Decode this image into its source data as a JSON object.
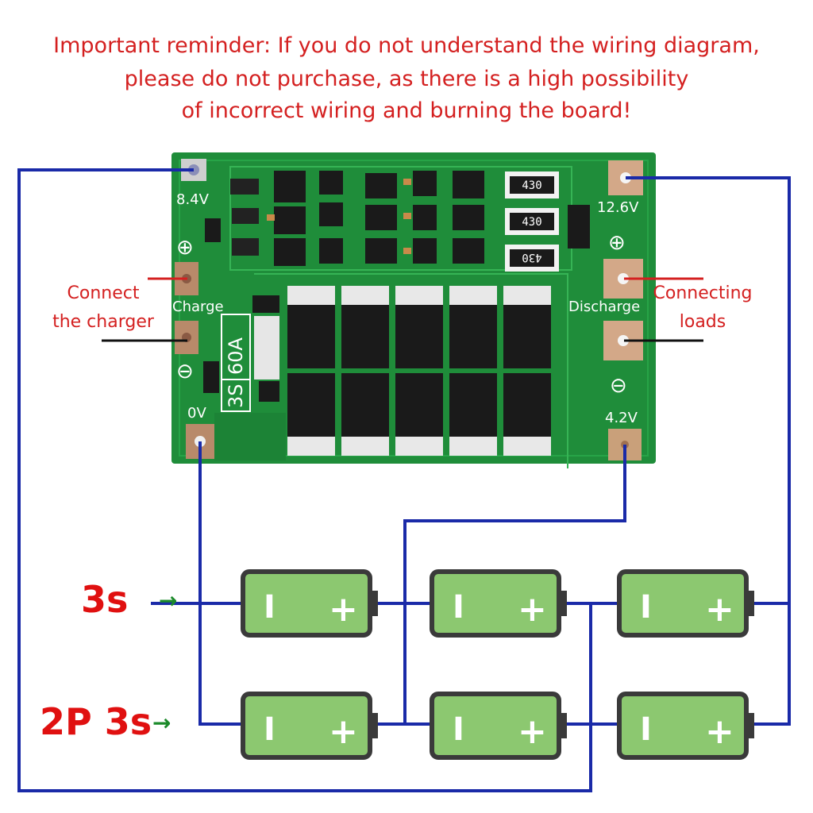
{
  "warning": {
    "line1": "Important reminder: If you do not understand the wiring diagram,",
    "line2": "please do not purchase, as there is a high possibility",
    "line3": "of incorrect wiring and burning the board!"
  },
  "board": {
    "pad_8v4": "8.4V",
    "pad_12v6": "12.6V",
    "pad_0v": "0V",
    "pad_4v2": "4.2V",
    "charge": "Charge",
    "discharge": "Discharge",
    "plus": "⊕",
    "minus": "⊖",
    "model_3s": "3S",
    "model_60a": "60A",
    "resistor_1": "430",
    "resistor_2": "430",
    "resistor_3": "430"
  },
  "labels": {
    "left_line1": "Connect",
    "left_line2": "the charger",
    "right_line1": "Connecting",
    "right_line2": "loads"
  },
  "configs": {
    "row1": "3s",
    "row2": "2P 3s",
    "arrow": "→"
  },
  "battery": {
    "minus": "I",
    "plus": "+"
  },
  "colors": {
    "wire": "#1a2aa8",
    "pcb": "#1f8d3a",
    "battery_fill": "#8cc870",
    "red": "#d42020",
    "arrow": "#1b8a2a"
  }
}
